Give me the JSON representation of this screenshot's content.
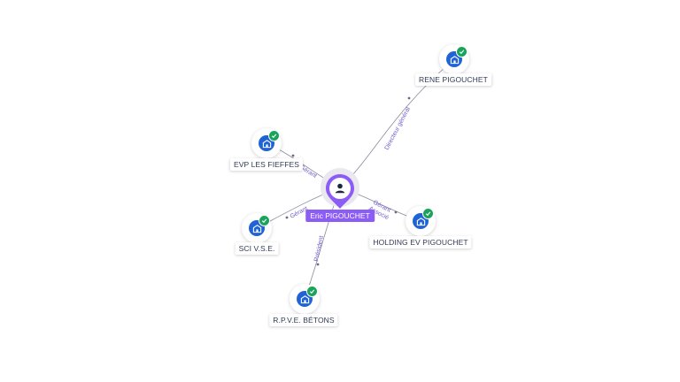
{
  "center": {
    "name": "Eric PIGOUCHET",
    "icon": "person-icon",
    "color": "#8b5cf6"
  },
  "nodes": [
    {
      "id": "rene",
      "label": "RENE PIGOUCHET",
      "icon": "company-icon",
      "verified": true
    },
    {
      "id": "evp",
      "label": "EVP LES FIEFFES",
      "icon": "company-icon",
      "verified": true
    },
    {
      "id": "sci",
      "label": "SCI V.S.E.",
      "icon": "company-icon",
      "verified": true
    },
    {
      "id": "holding",
      "label": "HOLDING EV PIGOUCHET",
      "icon": "company-icon",
      "verified": true
    },
    {
      "id": "rpve",
      "label": "R.P.V.E. BÉTONS",
      "icon": "company-icon",
      "verified": true
    }
  ],
  "edges": [
    {
      "to": "rene",
      "roles": [
        "Directeur général"
      ]
    },
    {
      "to": "evp",
      "roles": [
        "Gérant"
      ]
    },
    {
      "to": "sci",
      "roles": [
        "Gérant"
      ]
    },
    {
      "to": "holding",
      "roles": [
        "Gérant",
        "Associé"
      ]
    },
    {
      "to": "rpve",
      "roles": [
        "Président"
      ]
    }
  ],
  "colors": {
    "node": "#1f63d6",
    "verified": "#1aa35a",
    "edge_label": "#6f5fc9"
  }
}
